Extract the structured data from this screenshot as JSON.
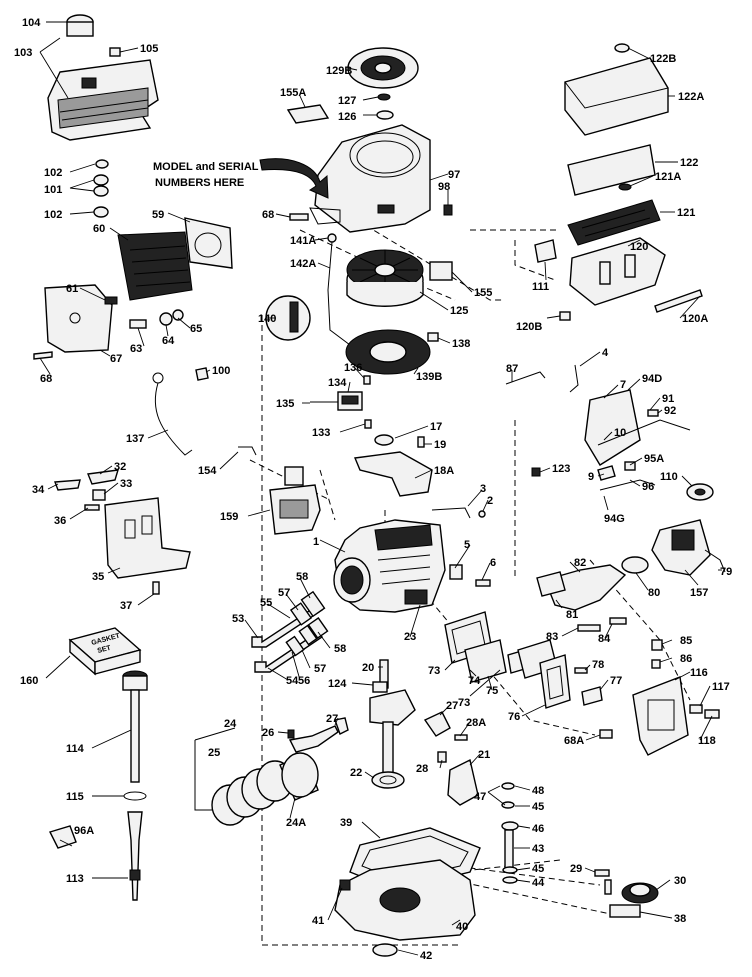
{
  "model_serial_note": [
    "MODEL and SERIAL",
    "NUMBERS HERE"
  ],
  "gasket_set_label": [
    "GASKET",
    "SET"
  ],
  "callouts": [
    {
      "id": "104",
      "text": "104"
    },
    {
      "id": "103",
      "text": "103"
    },
    {
      "id": "105",
      "text": "105"
    },
    {
      "id": "102a",
      "text": "102"
    },
    {
      "id": "101",
      "text": "101"
    },
    {
      "id": "102b",
      "text": "102"
    },
    {
      "id": "59",
      "text": "59"
    },
    {
      "id": "60",
      "text": "60"
    },
    {
      "id": "61",
      "text": "61"
    },
    {
      "id": "65",
      "text": "65"
    },
    {
      "id": "64",
      "text": "64"
    },
    {
      "id": "63",
      "text": "63"
    },
    {
      "id": "67",
      "text": "67"
    },
    {
      "id": "68a",
      "text": "68"
    },
    {
      "id": "100",
      "text": "100"
    },
    {
      "id": "137",
      "text": "137"
    },
    {
      "id": "154",
      "text": "154"
    },
    {
      "id": "32",
      "text": "32"
    },
    {
      "id": "34",
      "text": "34"
    },
    {
      "id": "33",
      "text": "33"
    },
    {
      "id": "36",
      "text": "36"
    },
    {
      "id": "35",
      "text": "35"
    },
    {
      "id": "37",
      "text": "37"
    },
    {
      "id": "159",
      "text": "159"
    },
    {
      "id": "160",
      "text": "160"
    },
    {
      "id": "114",
      "text": "114"
    },
    {
      "id": "115",
      "text": "115"
    },
    {
      "id": "96A",
      "text": "96A"
    },
    {
      "id": "113",
      "text": "113"
    },
    {
      "id": "129B",
      "text": "129B"
    },
    {
      "id": "155A",
      "text": "155A"
    },
    {
      "id": "127",
      "text": "127"
    },
    {
      "id": "126",
      "text": "126"
    },
    {
      "id": "97",
      "text": "97"
    },
    {
      "id": "98",
      "text": "98"
    },
    {
      "id": "68b",
      "text": "68"
    },
    {
      "id": "141A",
      "text": "141A"
    },
    {
      "id": "142A",
      "text": "142A"
    },
    {
      "id": "155",
      "text": "155"
    },
    {
      "id": "125",
      "text": "125"
    },
    {
      "id": "140",
      "text": "140"
    },
    {
      "id": "138",
      "text": "138"
    },
    {
      "id": "139B",
      "text": "139B"
    },
    {
      "id": "136",
      "text": "136"
    },
    {
      "id": "134",
      "text": "134"
    },
    {
      "id": "135",
      "text": "135"
    },
    {
      "id": "133",
      "text": "133"
    },
    {
      "id": "17",
      "text": "17"
    },
    {
      "id": "19",
      "text": "19"
    },
    {
      "id": "18A",
      "text": "18A"
    },
    {
      "id": "3",
      "text": "3"
    },
    {
      "id": "2",
      "text": "2"
    },
    {
      "id": "1",
      "text": "1"
    },
    {
      "id": "5",
      "text": "5"
    },
    {
      "id": "6",
      "text": "6"
    },
    {
      "id": "58a",
      "text": "58"
    },
    {
      "id": "55",
      "text": "55"
    },
    {
      "id": "57a",
      "text": "57"
    },
    {
      "id": "53",
      "text": "53"
    },
    {
      "id": "58b",
      "text": "58"
    },
    {
      "id": "57b",
      "text": "57"
    },
    {
      "id": "56",
      "text": "56"
    },
    {
      "id": "54",
      "text": "54"
    },
    {
      "id": "23",
      "text": "23"
    },
    {
      "id": "20",
      "text": "20"
    },
    {
      "id": "124",
      "text": "124"
    },
    {
      "id": "24",
      "text": "24"
    },
    {
      "id": "26",
      "text": "26"
    },
    {
      "id": "27a",
      "text": "27"
    },
    {
      "id": "25",
      "text": "25"
    },
    {
      "id": "24A",
      "text": "24A"
    },
    {
      "id": "22",
      "text": "22"
    },
    {
      "id": "27b",
      "text": "27"
    },
    {
      "id": "28A",
      "text": "28A"
    },
    {
      "id": "28",
      "text": "28"
    },
    {
      "id": "21",
      "text": "21"
    },
    {
      "id": "39",
      "text": "39"
    },
    {
      "id": "47",
      "text": "47"
    },
    {
      "id": "48",
      "text": "48"
    },
    {
      "id": "45a",
      "text": "45"
    },
    {
      "id": "46",
      "text": "46"
    },
    {
      "id": "43",
      "text": "43"
    },
    {
      "id": "45b",
      "text": "45"
    },
    {
      "id": "44",
      "text": "44"
    },
    {
      "id": "41",
      "text": "41"
    },
    {
      "id": "40",
      "text": "40"
    },
    {
      "id": "42",
      "text": "42"
    },
    {
      "id": "29",
      "text": "29"
    },
    {
      "id": "30",
      "text": "30"
    },
    {
      "id": "38",
      "text": "38"
    },
    {
      "id": "122B",
      "text": "122B"
    },
    {
      "id": "122A",
      "text": "122A"
    },
    {
      "id": "122",
      "text": "122"
    },
    {
      "id": "121A",
      "text": "121A"
    },
    {
      "id": "121",
      "text": "121"
    },
    {
      "id": "120",
      "text": "120"
    },
    {
      "id": "111",
      "text": "111"
    },
    {
      "id": "120B",
      "text": "120B"
    },
    {
      "id": "120A",
      "text": "120A"
    },
    {
      "id": "87",
      "text": "87"
    },
    {
      "id": "4",
      "text": "4"
    },
    {
      "id": "7",
      "text": "7"
    },
    {
      "id": "94D",
      "text": "94D"
    },
    {
      "id": "91",
      "text": "91"
    },
    {
      "id": "92",
      "text": "92"
    },
    {
      "id": "10",
      "text": "10"
    },
    {
      "id": "123",
      "text": "123"
    },
    {
      "id": "95A",
      "text": "95A"
    },
    {
      "id": "9",
      "text": "9"
    },
    {
      "id": "96",
      "text": "96"
    },
    {
      "id": "94G",
      "text": "94G"
    },
    {
      "id": "110",
      "text": "110"
    },
    {
      "id": "79",
      "text": "79"
    },
    {
      "id": "157",
      "text": "157"
    },
    {
      "id": "82",
      "text": "82"
    },
    {
      "id": "80",
      "text": "80"
    },
    {
      "id": "81",
      "text": "81"
    },
    {
      "id": "83",
      "text": "83"
    },
    {
      "id": "84",
      "text": "84"
    },
    {
      "id": "85",
      "text": "85"
    },
    {
      "id": "86",
      "text": "86"
    },
    {
      "id": "73a",
      "text": "73"
    },
    {
      "id": "74",
      "text": "74"
    },
    {
      "id": "75",
      "text": "75"
    },
    {
      "id": "73b",
      "text": "73"
    },
    {
      "id": "76",
      "text": "76"
    },
    {
      "id": "78",
      "text": "78"
    },
    {
      "id": "77",
      "text": "77"
    },
    {
      "id": "116",
      "text": "116"
    },
    {
      "id": "117",
      "text": "117"
    },
    {
      "id": "118",
      "text": "118"
    },
    {
      "id": "68A",
      "text": "68A"
    }
  ]
}
